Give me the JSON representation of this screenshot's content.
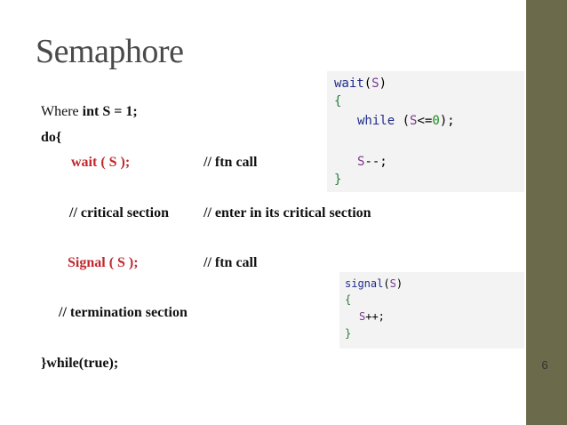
{
  "slide": {
    "title": "Semaphore",
    "page_number": "6"
  },
  "body": {
    "line1_prefix": "Where ",
    "line1_bold": "int S = 1;",
    "line2": "do{",
    "wait_call": "wait ( S );",
    "wait_comment": "// ftn call",
    "critical": "// critical section",
    "critical_comment": "// enter in its critical section",
    "signal_call": "Signal ( S );",
    "signal_comment": "// ftn call",
    "termination": "// termination section",
    "end": "}while(true);"
  },
  "wait_code": {
    "line1_fn": "wait",
    "line1_arg": "S",
    "line2": "{",
    "line3_kw": "while",
    "line3_var": "S",
    "line3_op": "<=",
    "line3_num": "0",
    "line4_var": "S",
    "line4_op": "--;",
    "line5": "}"
  },
  "signal_code": {
    "line1_fn": "signal",
    "line1_arg": "S",
    "line2": "{",
    "line3_var": "S",
    "line3_op": "++;",
    "line4": "}"
  },
  "colors": {
    "sidebar": "#6b6a4a",
    "red_text": "#c0282d",
    "code_background": "#f3f3f3"
  }
}
